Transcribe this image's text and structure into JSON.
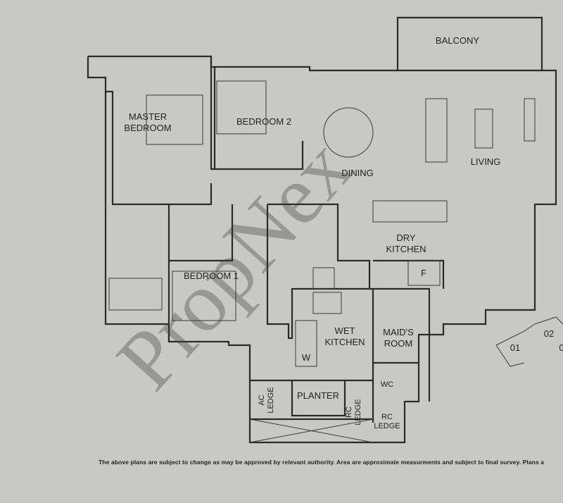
{
  "rooms": {
    "balcony": "BALCONY",
    "master_bedroom_1": "MASTER",
    "master_bedroom_2": "BEDROOM",
    "bedroom_2": "BEDROOM 2",
    "dining": "DINING",
    "living": "LIVING",
    "dry_kitchen_1": "DRY",
    "dry_kitchen_2": "KITCHEN",
    "fridge": "F",
    "bedroom_1": "BEDROOM 1",
    "wet_kitchen_1": "WET",
    "wet_kitchen_2": "KITCHEN",
    "maids_room_1": "MAID'S",
    "maids_room_2": "ROOM",
    "washer": "W",
    "wc": "WC",
    "ac_ledge_1": "AC",
    "ac_ledge_2": "LEDGE",
    "planter": "PLANTER",
    "rc_ledge_a_1": "RC",
    "rc_ledge_a_2": "LEDGE",
    "rc_ledge_b_1": "RC",
    "rc_ledge_b_2": "LEDGE"
  },
  "key_plan": {
    "units": [
      "01",
      "02",
      "0"
    ]
  },
  "watermark": "PropNex",
  "footer": "The above plans are subject to change as may be approved by relevant authority. Area are approximate measurments and subject to final survey. Plans a"
}
